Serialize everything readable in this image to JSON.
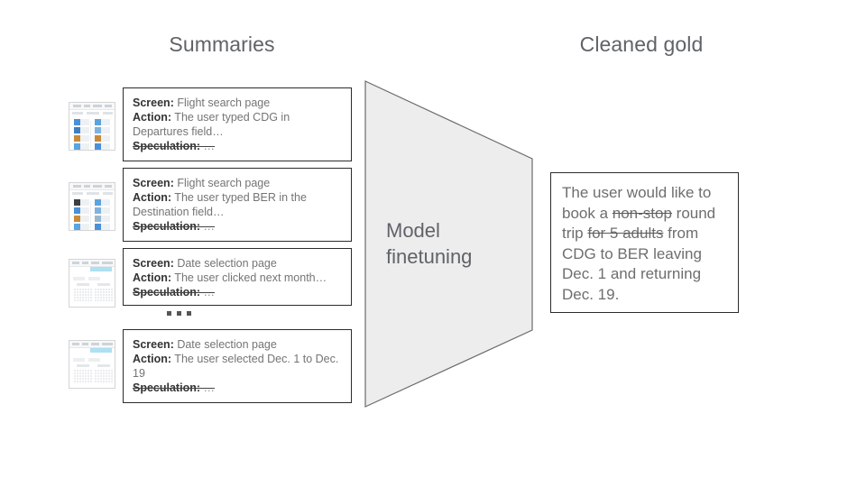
{
  "headings": {
    "summaries": "Summaries",
    "cleaned_gold": "Cleaned gold"
  },
  "funnel": {
    "label_line1": "Model",
    "label_line2": "finetuning",
    "fill_color": "#ededed",
    "stroke_color": "#6b6b6b"
  },
  "ellipsis": "...",
  "summaries": [
    {
      "thumbnail_name": "flight-search-results-screenshot",
      "screen_label": "Screen:",
      "screen_value": " Flight search page",
      "action_label": "Action:",
      "action_value": " The user typed CDG in Departures field…",
      "speculation_label": "Speculation:",
      "speculation_value": " …"
    },
    {
      "thumbnail_name": "flight-search-results-screenshot",
      "screen_label": "Screen:",
      "screen_value": " Flight search page",
      "action_label": "Action:",
      "action_value": " The user typed BER in the Destination field…",
      "speculation_label": "Speculation:",
      "speculation_value": " …"
    },
    {
      "thumbnail_name": "date-picker-calendar-screenshot",
      "screen_label": "Screen:",
      "screen_value": " Date selection page",
      "action_label": "Action:",
      "action_value": " The user clicked next month…",
      "speculation_label": "Speculation:",
      "speculation_value": " …"
    },
    {
      "thumbnail_name": "date-picker-calendar-screenshot",
      "screen_label": "Screen:",
      "screen_value": " Date selection page",
      "action_label": "Action:",
      "action_value": " The user selected Dec. 1 to Dec. 19",
      "speculation_label": "Speculation:",
      "speculation_value": " …"
    }
  ],
  "cleaned_gold": {
    "part1": "The user would like to book a ",
    "struck1": "non-stop",
    "part2": " round trip ",
    "struck2": "for 5 adults",
    "part3": " from CDG to BER leaving Dec. 1 and returning Dec. 19."
  },
  "colors": {
    "heading_text": "#5f6368",
    "body_text": "#747474",
    "label_text": "#333333",
    "card_border": "#2b2b2b",
    "thumb_accent_blue": "#aee0f2"
  }
}
